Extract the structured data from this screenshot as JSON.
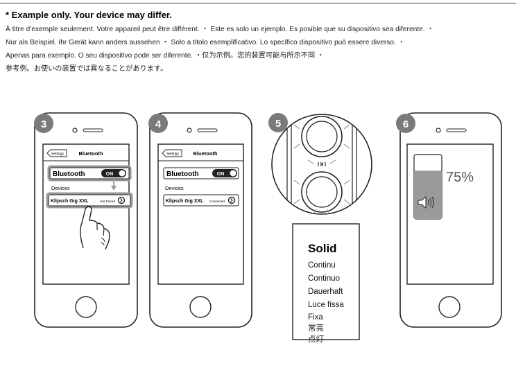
{
  "disclaimer": {
    "heading": "* Example only. Your device may differ.",
    "lines": [
      "À titre d’exemple seulement. Votre appareil peut être différent. ・ Este es solo un ejemplo. Es posible que su dispositivo sea diferente. ・",
      " Nur als Beispiel. Ihr Gerät kann anders aussehen ・ Solo a titolo esemplificativo. Lo specifico dispositivo può essere diverso. ・",
      "Apenas para exemplo. O seu dispositivo pode ser diferente. ・仅为示例。您的装置可能与所示不同 ・",
      "参考例。お使いの装置では異なることがあります。"
    ]
  },
  "steps": [
    {
      "number": "3",
      "back_label": "Settings",
      "screen_title": "Bluetooth",
      "toggle_label": "Bluetooth",
      "toggle_state": "ON",
      "devices_header": "Devices",
      "device_name": "Klipsch Gig XXL",
      "device_status": "Not Paired"
    },
    {
      "number": "4",
      "back_label": "Settings",
      "screen_title": "Bluetooth",
      "toggle_label": "Bluetooth",
      "toggle_state": "ON",
      "devices_header": "Devices",
      "device_name": "Klipsch Gig XXL",
      "device_status": "Connected"
    },
    {
      "number": "5",
      "indicator_label": "Solid",
      "translations": [
        "Continu",
        "Continuo",
        "Dauerhaft",
        "Luce fissa",
        "Fixa",
        "常亮",
        "点灯"
      ]
    },
    {
      "number": "6",
      "volume_percent": "75%",
      "volume_level": 0.75
    }
  ],
  "colors": {
    "step_badge": "#7a7a7a",
    "line": "#222222",
    "highlight": "#9a9a9a",
    "volume_fill": "#9a9a9a"
  },
  "icons": [
    "speaker-icon",
    "bluetooth-pair-icon",
    "chevron-right-icon",
    "hand-pointer-icon",
    "arrow-down-icon"
  ]
}
